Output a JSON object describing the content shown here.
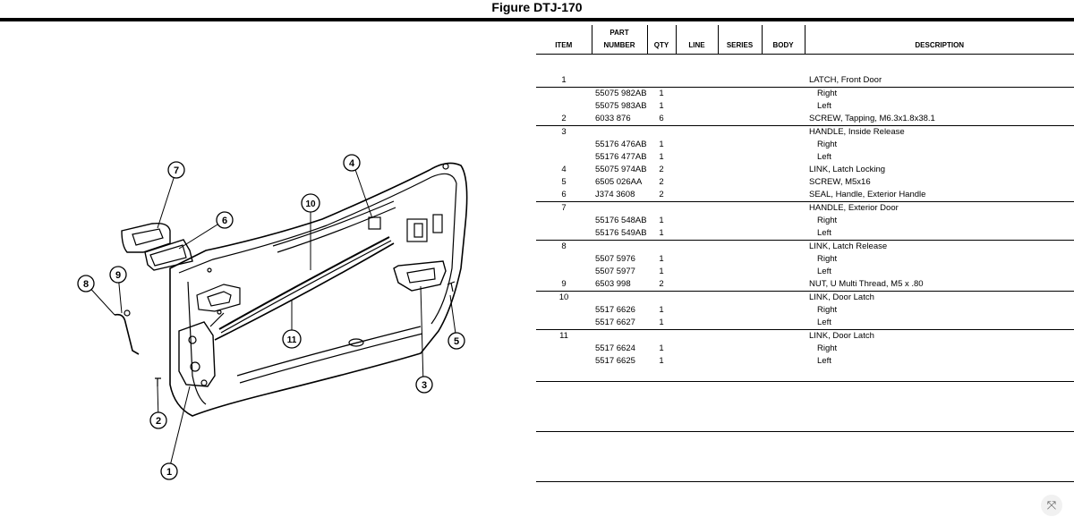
{
  "figure_title": "Figure DTJ-170",
  "table": {
    "headers": {
      "item": "ITEM",
      "part_number_top": "PART",
      "part_number_bottom": "NUMBER",
      "qty": "QTY",
      "line": "LINE",
      "series": "SERIES",
      "body": "BODY",
      "description": "DESCRIPTION"
    },
    "rows": [
      {
        "item": "1",
        "part": "",
        "qty": "",
        "desc": "LATCH, Front Door"
      },
      {
        "item": "",
        "part": "55075 982AB",
        "qty": "1",
        "desc": "Right"
      },
      {
        "item": "",
        "part": "55075 983AB",
        "qty": "1",
        "desc": "Left"
      },
      {
        "item": "2",
        "part": "6033 876",
        "qty": "6",
        "desc": "SCREW, Tapping, M6.3x1.8x38.1"
      },
      {
        "item": "3",
        "part": "",
        "qty": "",
        "desc": "HANDLE, Inside Release"
      },
      {
        "item": "",
        "part": "55176 476AB",
        "qty": "1",
        "desc": "Right"
      },
      {
        "item": "",
        "part": "55176 477AB",
        "qty": "1",
        "desc": "Left"
      },
      {
        "item": "4",
        "part": "55075 974AB",
        "qty": "2",
        "desc": "LINK, Latch Locking"
      },
      {
        "item": "5",
        "part": "6505 026AA",
        "qty": "2",
        "desc": "SCREW, M5x16"
      },
      {
        "item": "6",
        "part": "J374 3608",
        "qty": "2",
        "desc": "SEAL, Handle, Exterior Handle"
      },
      {
        "item": "7",
        "part": "",
        "qty": "",
        "desc": "HANDLE, Exterior Door"
      },
      {
        "item": "",
        "part": "55176 548AB",
        "qty": "1",
        "desc": "Right"
      },
      {
        "item": "",
        "part": "55176 549AB",
        "qty": "1",
        "desc": "Left"
      },
      {
        "item": "8",
        "part": "",
        "qty": "",
        "desc": "LINK, Latch Release"
      },
      {
        "item": "",
        "part": "5507 5976",
        "qty": "1",
        "desc": "Right"
      },
      {
        "item": "",
        "part": "5507 5977",
        "qty": "1",
        "desc": "Left"
      },
      {
        "item": "9",
        "part": "6503 998",
        "qty": "2",
        "desc": "NUT, U Multi Thread, M5 x .80"
      },
      {
        "item": "10",
        "part": "",
        "qty": "",
        "desc": "LINK, Door Latch"
      },
      {
        "item": "",
        "part": "5517 6626",
        "qty": "1",
        "desc": "Right"
      },
      {
        "item": "",
        "part": "5517 6627",
        "qty": "1",
        "desc": "Left"
      },
      {
        "item": "11",
        "part": "",
        "qty": "",
        "desc": "LINK, Door Latch"
      },
      {
        "item": "",
        "part": "5517 6624",
        "qty": "1",
        "desc": "Right"
      },
      {
        "item": "",
        "part": "5517 6625",
        "qty": "1",
        "desc": "Left"
      }
    ]
  },
  "callouts": [
    "1",
    "2",
    "3",
    "4",
    "5",
    "6",
    "7",
    "8",
    "9",
    "10",
    "11"
  ],
  "icons": {
    "expand": "expand-icon"
  }
}
